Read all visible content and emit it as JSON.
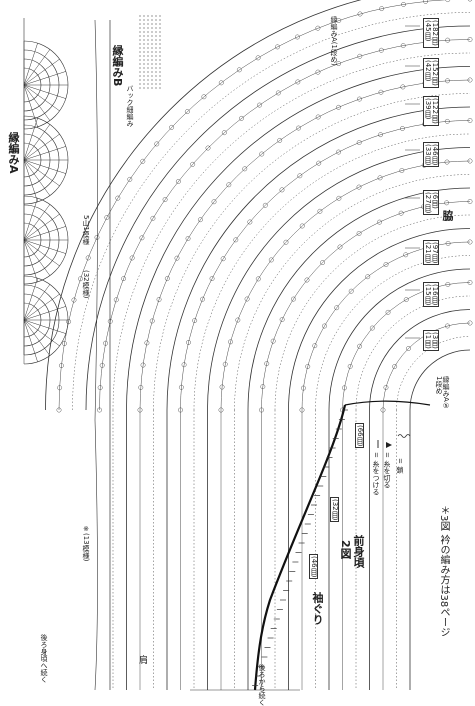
{
  "pattern_a": {
    "title": "縁編みA",
    "note": "5山1模様"
  },
  "pattern_b": {
    "title": "縁編みB",
    "note": "バック細編み"
  },
  "panel": {
    "name": "前身頃",
    "figure": "2図",
    "armhole": "袖ぐり",
    "side": "脇",
    "shoulder": "肩",
    "repeat_32": "(32模様)",
    "repeat_13": "※(13模様)",
    "edge_a_start": "縁編みA(1段め)",
    "edge_a_start_bottom": "縁編みA⑤\n1段め",
    "back_left": "後ろ身頃へ続く",
    "back_left2": "後ろから続く",
    "rows_top": [
      "(32目)",
      "(46目)",
      "(66目)"
    ]
  },
  "counts": {
    "side_steps": [
      "(3目)\n(1目)",
      "(16目)\n(15目)",
      "(97目)\n(21目)",
      "(6目)\n(27目)",
      "(46目)\n(33目)",
      "(122目)\n(39目)",
      "(152目)\n(42目)",
      "(182目)\n(45目)"
    ]
  },
  "legend": {
    "join": "= 糸をつける",
    "cut": "= 糸を切る",
    "chain": "= 鎖"
  },
  "footnote": "＊3図 衿の編み方は38ページ"
}
